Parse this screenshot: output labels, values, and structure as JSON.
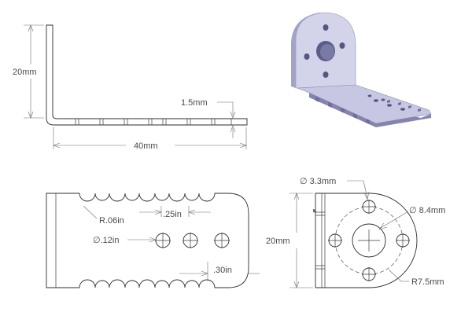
{
  "labels": {
    "side_height": "20mm",
    "thickness": "1.5mm",
    "length": "40mm",
    "slot_radius": "R.06in",
    "slot_pitch": ".25in",
    "hole_dia": "∅.12in",
    "edge_offset": ".30in",
    "mount_hole_dia": "∅ 3.3mm",
    "center_hole_dia": "∅ 8.4mm",
    "front_height": "20mm",
    "bolt_circle_radius": "R7.5mm"
  },
  "colors": {
    "line": "#2d2d2d",
    "dimension": "#6d6d6d",
    "render_light": "#dcdcef",
    "render_mid": "#b6b6d6",
    "render_dark": "#7c7ca6"
  }
}
